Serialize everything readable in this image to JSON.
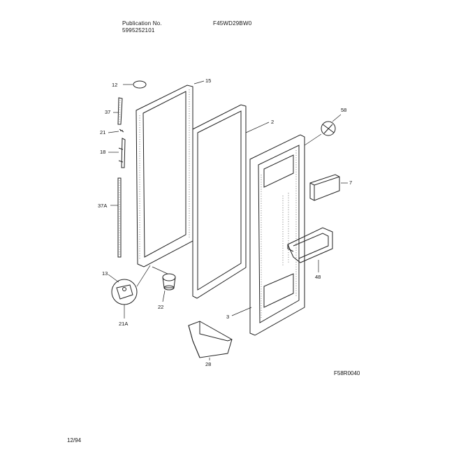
{
  "header": {
    "publication_label": "Publication No.",
    "publication_number": "5995252101",
    "model": "F45WD29BW0"
  },
  "labels": {
    "p12": "12",
    "p15": "15",
    "p37": "37",
    "p21": "21",
    "p18": "18",
    "p37a": "37A",
    "p2": "2",
    "p58": "58",
    "p7": "7",
    "p48": "48",
    "p13": "13",
    "p22": "22",
    "p21a": "21A",
    "p3": "3",
    "p28": "28"
  },
  "footer": {
    "figure_code": "F58R0040",
    "date": "12/94"
  }
}
